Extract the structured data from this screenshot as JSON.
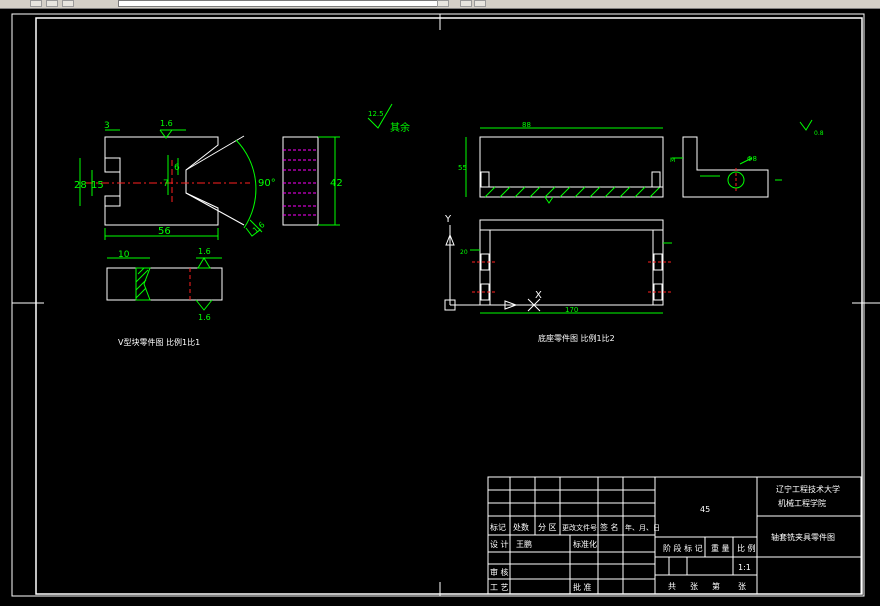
{
  "toolbar": {
    "icons": [
      "button-icon-1",
      "button-icon-2",
      "button-icon-3",
      "dropdown-icon",
      "button-icon-4",
      "button-icon-5"
    ]
  },
  "drawing": {
    "v_block": {
      "title": "V型块零件图  比例1比1",
      "dims": {
        "top_width": "3",
        "finish_top": "1.6",
        "slot": "6",
        "height_28": "28",
        "height_15": "15",
        "slot_7": "7",
        "angle": "90°",
        "length": "56",
        "finish_angle": "1.6",
        "height_42": "42",
        "bottom_10": "10",
        "finish_bottom_top": "1.6",
        "finish_bottom": "1.6"
      }
    },
    "rest_note": {
      "finish": "12.5",
      "text": "其余"
    },
    "base_plate": {
      "title": "底座零件图  比例1比2",
      "dims": {
        "width": "88",
        "height": "55",
        "hole": "Φ8",
        "length": "170",
        "left_h": "20",
        "note_m": "M",
        "note_f": "0.8"
      },
      "axis_y": "Y",
      "axis_x": "X"
    },
    "title_block": {
      "material": "45",
      "school": "辽宁工程技术大学",
      "college": "机械工程学院",
      "drawing_name": "轴套铣夹具零件图",
      "scale": "1:1",
      "headers": [
        "标记",
        "处数",
        "分 区",
        "更改文件号",
        "签 名",
        "年、月、日"
      ],
      "design_label": "设 计",
      "designer": "王鹏",
      "standard_label": "标准化",
      "review_label": "审 核",
      "process_label": "工 艺",
      "approve_label": "批 准",
      "stage_labels": [
        "阶 段 标 记",
        "重 量",
        "比 例"
      ],
      "sheet_labels": [
        "共",
        "张",
        "第",
        "张"
      ]
    }
  },
  "colors": {
    "line": "#ffffff",
    "dim": "#00ff00",
    "center": "#ff2020",
    "hidden": "#ff00ff"
  }
}
